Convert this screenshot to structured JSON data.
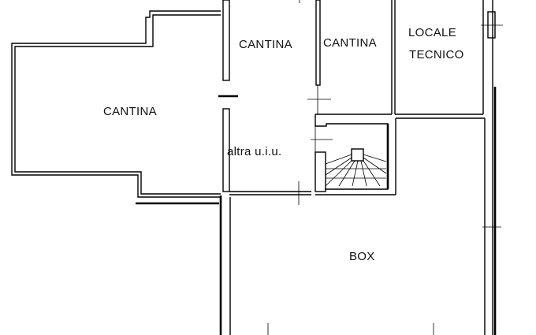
{
  "rooms": {
    "cantina_left": "CANTINA",
    "cantina_mid": "CANTINA",
    "cantina_right": "CANTINA",
    "locale_line1": "LOCALE",
    "locale_line2": "TECNICO",
    "altra": "altra u.i.u.",
    "box": "BOX"
  }
}
